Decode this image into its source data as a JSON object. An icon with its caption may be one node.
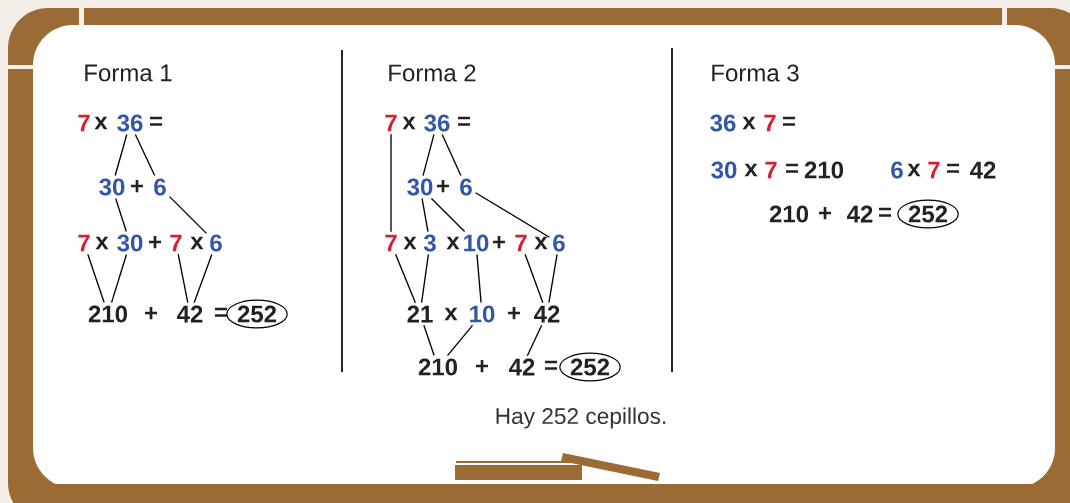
{
  "diagram": {
    "nodes": [
      {
        "text": [
          "7"
        ]
      },
      {
        "text": [
          "36"
        ]
      },
      {
        "text": [
          "30"
        ]
      },
      {
        "text": [
          "6"
        ]
      },
      {
        "text": [
          "7"
        ]
      },
      {
        "text": [
          "30"
        ]
      },
      {
        "text": [
          "7"
        ]
      },
      {
        "text": [
          "6"
        ]
      },
      {
        "text": [
          "210"
        ]
      },
      {
        "text": [
          "42"
        ]
      },
      {
        "text": [
          "252"
        ]
      },
      {
        "text": [
          "7"
        ]
      },
      {
        "text": [
          "36"
        ]
      },
      {
        "text": [
          "30"
        ]
      },
      {
        "text": [
          "6"
        ]
      },
      {
        "text": [
          "7"
        ]
      },
      {
        "text": [
          "3"
        ]
      },
      {
        "text": [
          "10"
        ]
      },
      {
        "text": [
          "7"
        ]
      },
      {
        "text": [
          "6"
        ]
      },
      {
        "text": [
          "21"
        ]
      },
      {
        "text": [
          "10"
        ]
      },
      {
        "text": [
          "42"
        ]
      },
      {
        "text": [
          "210"
        ]
      },
      {
        "text": [
          "42"
        ]
      },
      {
        "text": [
          "252"
        ]
      },
      {
        "text": [
          "252"
        ]
      }
    ],
    "edges": [
      {
        "from": 1,
        "to": 2,
        "arrow": "none"
      },
      {
        "from": 1,
        "to": 3,
        "arrow": "none"
      },
      {
        "from": 2,
        "to": 5,
        "arrow": "none"
      },
      {
        "from": 3,
        "to": 7,
        "arrow": "none"
      },
      {
        "from": 4,
        "to": 8,
        "arrow": "none"
      },
      {
        "from": 5,
        "to": 8,
        "arrow": "none"
      },
      {
        "from": 6,
        "to": 9,
        "arrow": "none"
      },
      {
        "from": 7,
        "to": 9,
        "arrow": "none"
      },
      {
        "from": 11,
        "to": 15,
        "arrow": "none"
      },
      {
        "from": 12,
        "to": 13,
        "arrow": "none"
      },
      {
        "from": 12,
        "to": 14,
        "arrow": "none"
      },
      {
        "from": 13,
        "to": 16,
        "arrow": "none"
      },
      {
        "from": 13,
        "to": 17,
        "arrow": "none"
      },
      {
        "from": 14,
        "to": 19,
        "arrow": "none"
      },
      {
        "from": 15,
        "to": 20,
        "arrow": "none"
      },
      {
        "from": 16,
        "to": 20,
        "arrow": "none"
      },
      {
        "from": 17,
        "to": 21,
        "arrow": "none"
      },
      {
        "from": 18,
        "to": 22,
        "arrow": "none"
      },
      {
        "from": 19,
        "to": 22,
        "arrow": "none"
      },
      {
        "from": 20,
        "to": 23,
        "arrow": "none"
      },
      {
        "from": 21,
        "to": 23,
        "arrow": "none"
      },
      {
        "from": 22,
        "to": 24,
        "arrow": "none"
      }
    ],
    "labels": [
      "Forma 1",
      "x",
      "=",
      "+",
      "x",
      "+",
      "x",
      "+",
      "=",
      "Forma 2",
      "x",
      "=",
      "+",
      "x",
      "x",
      "+",
      "x",
      "x",
      "+",
      "+",
      "=",
      "Forma 3",
      "36",
      "x",
      "7",
      "=",
      "30",
      "x",
      "7",
      "=",
      "210",
      "6",
      "x",
      "7",
      "=",
      "42",
      "210",
      "+",
      "42",
      "=",
      "Hay 252 cepillos."
    ]
  }
}
